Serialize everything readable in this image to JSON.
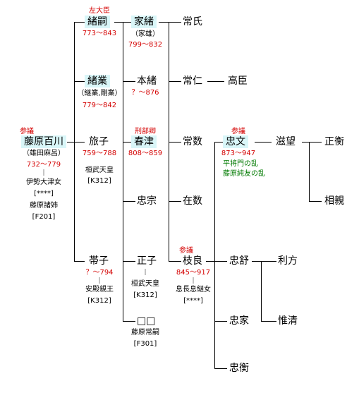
{
  "persons": {
    "momokawa": {
      "title": "参議",
      "name": "藤原百川",
      "alias": "（雄田麻呂）",
      "years": "732～779",
      "spouse": "伊勢大津女",
      "spouse_code": "[****]",
      "spouse2": "藤原諸姉",
      "spouse2_code": "[F201]"
    },
    "otsugu": {
      "title": "左大臣",
      "name": "緒嗣",
      "years": "773～843"
    },
    "otsugu_son": {
      "name": "家緒",
      "alias": "（家雄）",
      "years": "799～832"
    },
    "tsunauji": {
      "name": "常氏"
    },
    "ogyo": {
      "name": "緒業",
      "alias": "（継業,剛業）",
      "years": "779～842"
    },
    "motoo": {
      "name": "本緒",
      "years": "？～876"
    },
    "tsunehito": {
      "name": "常仁"
    },
    "takaomi": {
      "name": "高臣"
    },
    "tabiko": {
      "name": "旅子",
      "years": "759～788",
      "spouse": "桓武天皇",
      "spouse_code": "[K312]"
    },
    "harutsu": {
      "title": "刑部卿",
      "name": "春津",
      "years": "808～859"
    },
    "tsunekazu": {
      "name": "常数"
    },
    "tadafumi": {
      "title": "参議",
      "name": "忠文",
      "years": "873～947",
      "note1": "平将門の乱",
      "note2": "藤原純友の乱"
    },
    "shigemochi": {
      "name": "滋望"
    },
    "masahira": {
      "name": "正衡"
    },
    "sukechika": {
      "name": "相親"
    },
    "tadamune": {
      "name": "忠宗"
    },
    "arikazu": {
      "name": "在数"
    },
    "obiko": {
      "name": "帯子",
      "years": "？～794",
      "spouse": "安殿親王",
      "spouse_code": "[K312]"
    },
    "masako": {
      "name": "正子",
      "spouse": "桓武天皇",
      "spouse_code": "[K312]"
    },
    "unknown": {
      "name": "□□",
      "spouse": "藤原常嗣",
      "spouse_code": "[F301]"
    },
    "edayoshi": {
      "title": "参議",
      "name": "枝良",
      "years": "845～917",
      "spouse": "息長息継女",
      "spouse_code": "[****]"
    },
    "tadanobu": {
      "name": "忠舒"
    },
    "toshikata": {
      "name": "利方"
    },
    "koresuga": {
      "name": "惟清"
    },
    "tadaie": {
      "name": "忠家"
    },
    "tadahira": {
      "name": "忠衡"
    }
  }
}
